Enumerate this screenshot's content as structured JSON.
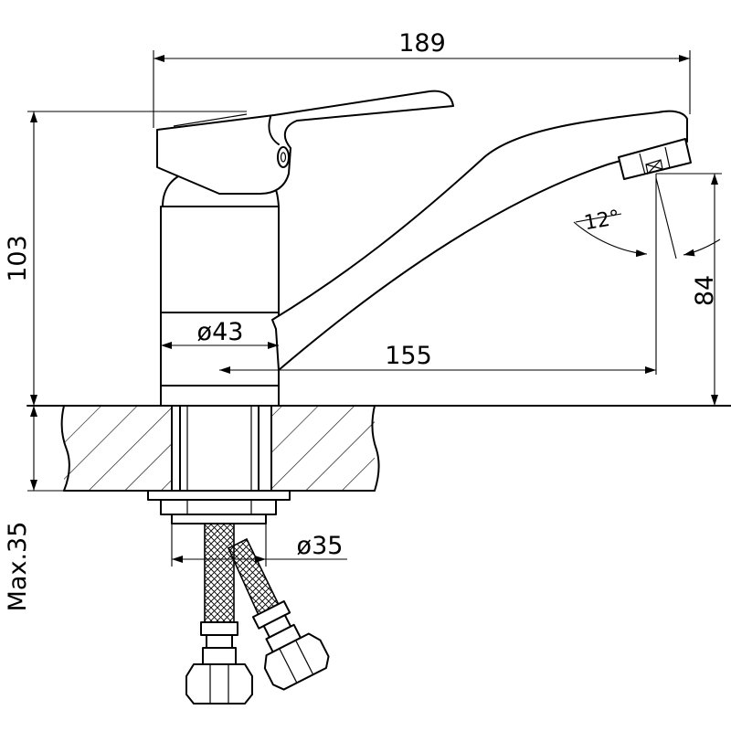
{
  "dimensions": {
    "overall_width": "189",
    "height": "103",
    "spout_height": "84",
    "spout_reach": "155",
    "body_diameter": "ø43",
    "shank_diameter": "ø35",
    "angle": "12°",
    "counter_thickness": "Max.35"
  }
}
